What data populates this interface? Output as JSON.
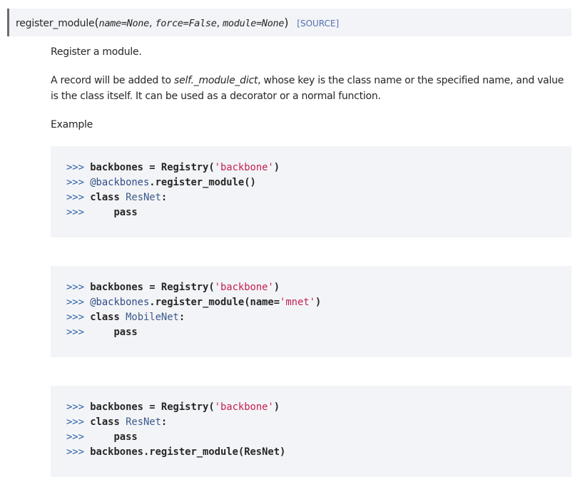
{
  "signature": {
    "func_name": "register_module",
    "open_paren": "(",
    "params": [
      "name=None",
      "force=False",
      "module=None"
    ],
    "separator": ", ",
    "close_paren": ")",
    "source_link": "[SOURCE]"
  },
  "description": {
    "summary": "Register a module.",
    "body_part1": "A record will be added to ",
    "body_em": "self._module_dict",
    "body_part2": ", whose key is the class name or the specified name, and value is the class itself. It can be used as a decorator or a normal function.",
    "example_heading": "Example"
  },
  "code_blocks": [
    {
      "lines": [
        {
          "prompt": ">>>",
          "text1": " backbones = Registry(",
          "string": "'backbone'",
          "text2": ")"
        },
        {
          "prompt": ">>>",
          "deco": " @backbones",
          "text2": ".register_module()"
        },
        {
          "prompt": ">>>",
          "text1": " class ",
          "classname": "ResNet",
          "text2": ":"
        },
        {
          "prompt": ">>>",
          "text1": "     pass"
        }
      ]
    },
    {
      "lines": [
        {
          "prompt": ">>>",
          "text1": " backbones = Registry(",
          "string": "'backbone'",
          "text2": ")"
        },
        {
          "prompt": ">>>",
          "deco": " @backbones",
          "text2": ".register_module(name=",
          "string": "'mnet'",
          "text3": ")"
        },
        {
          "prompt": ">>>",
          "text1": " class ",
          "classname": "MobileNet",
          "text2": ":"
        },
        {
          "prompt": ">>>",
          "text1": "     pass"
        }
      ]
    },
    {
      "lines": [
        {
          "prompt": ">>>",
          "text1": " backbones = Registry(",
          "string": "'backbone'",
          "text2": ")"
        },
        {
          "prompt": ">>>",
          "text1": " class ",
          "classname": "ResNet",
          "text2": ":"
        },
        {
          "prompt": ">>>",
          "text1": "     pass"
        },
        {
          "prompt": ">>>",
          "text1": " backbones.register_module(ResNet)"
        }
      ]
    }
  ]
}
